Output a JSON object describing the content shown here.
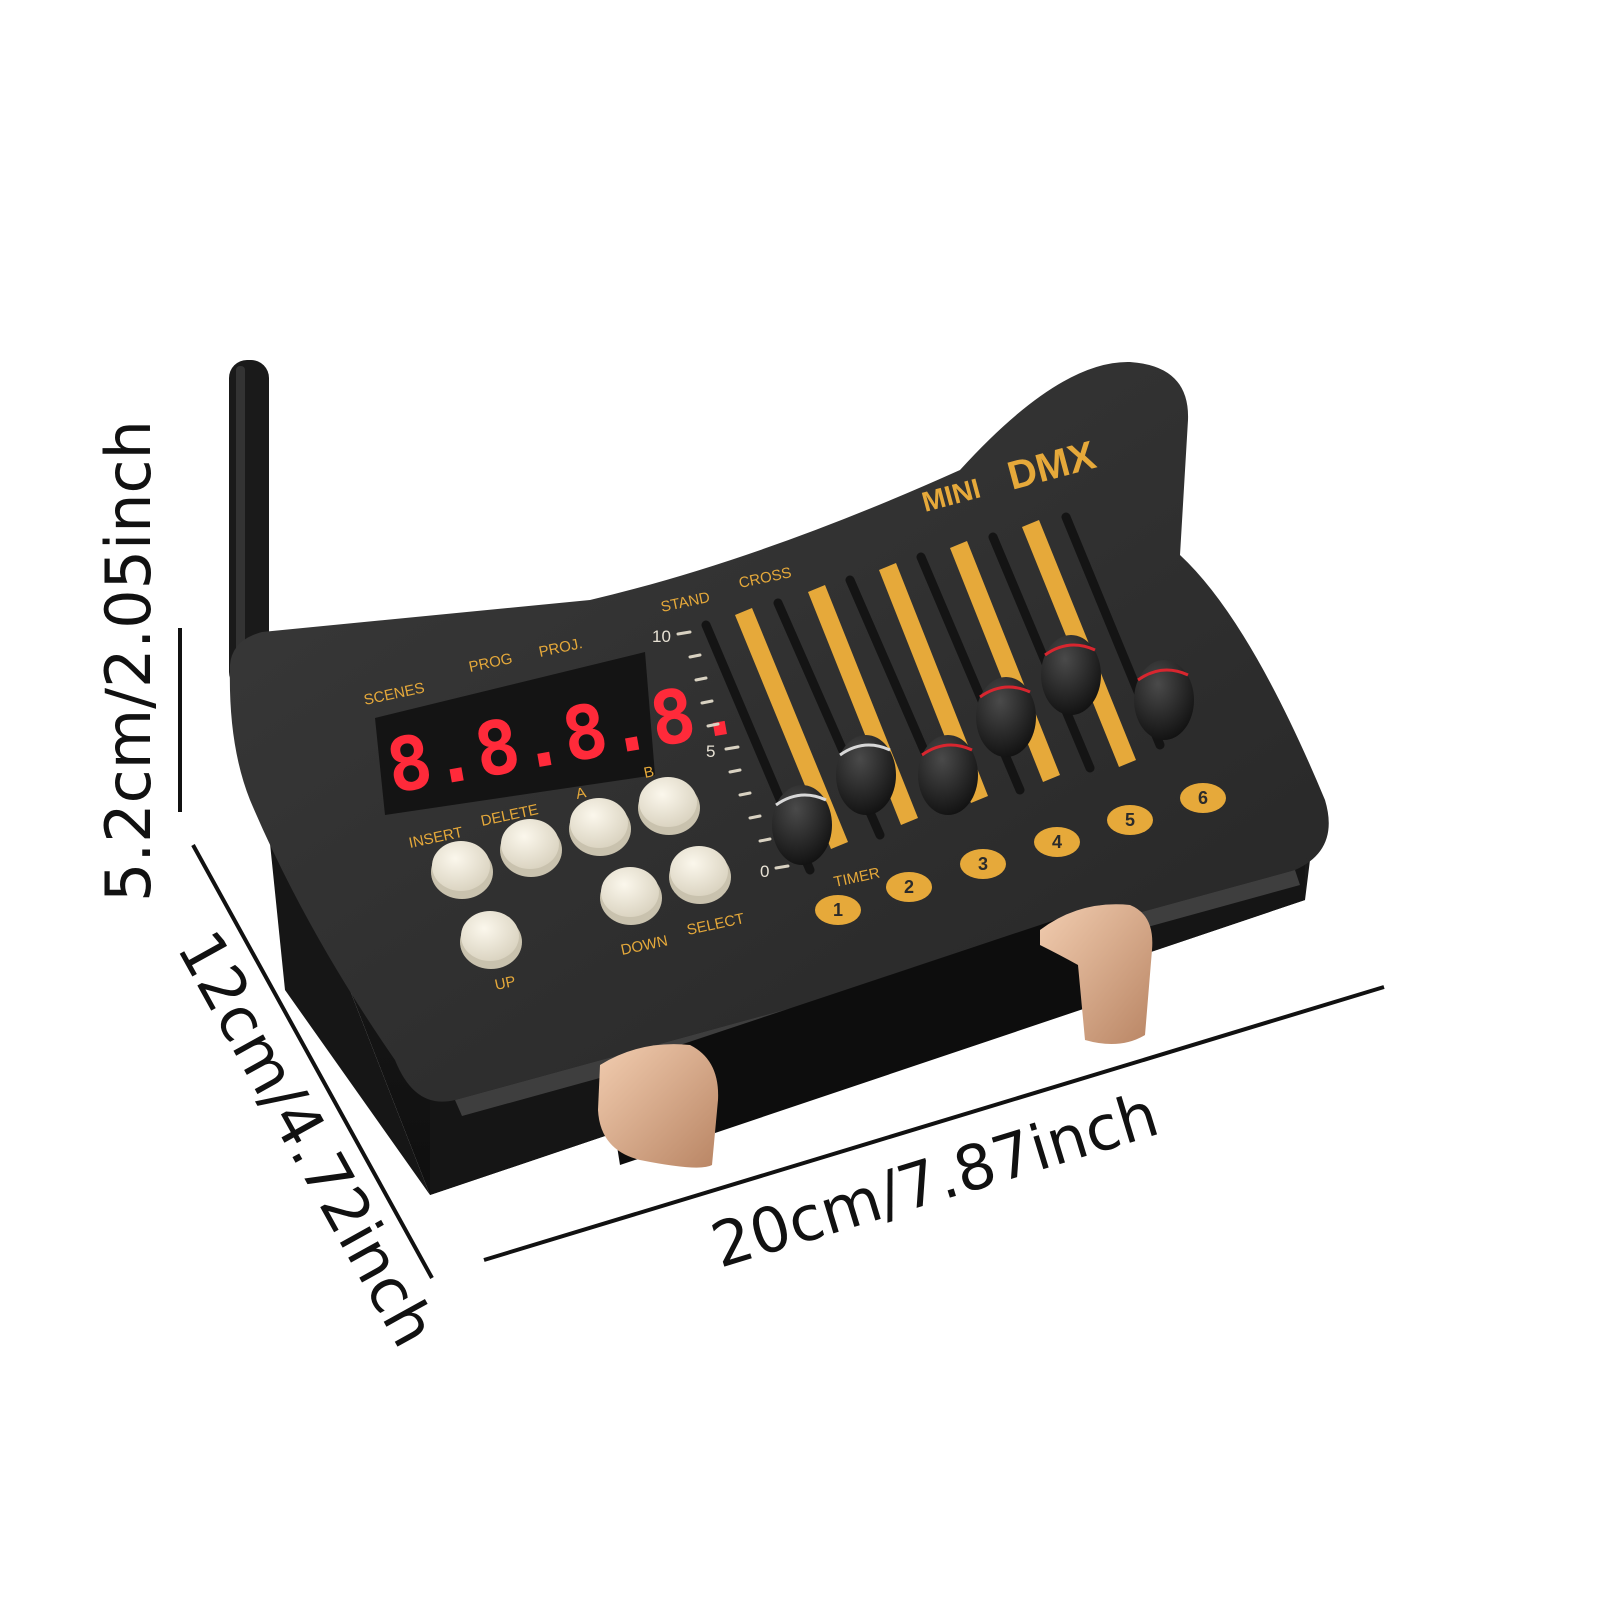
{
  "brand": {
    "prefix": "MINI",
    "name": "DMX"
  },
  "display": {
    "digits": "8.8.8.8."
  },
  "labels": {
    "scenes": "SCENES",
    "prog": "PROG",
    "proj": "PROJ.",
    "stand": "STAND",
    "cross": "CROSS",
    "timer": "TIMER"
  },
  "buttons": {
    "insert": "INSERT",
    "delete": "DELETE",
    "a": "A",
    "b": "B",
    "up": "UP",
    "down": "DOWN",
    "select": "SELECT"
  },
  "fader_scale": {
    "top": "10",
    "mid": "5",
    "bottom": "0"
  },
  "channels": [
    "1",
    "2",
    "3",
    "4",
    "5",
    "6"
  ],
  "dimensions": {
    "height": "5.2cm/2.05inch",
    "depth": "12cm/4.72inch",
    "width": "20cm/7.87inch"
  },
  "colors": {
    "body": "#2f2f2f",
    "accent": "#e6a93a",
    "display_red": "#ff2a3a",
    "button": "#f1ecdc",
    "handle_trim": "#d8a882"
  }
}
